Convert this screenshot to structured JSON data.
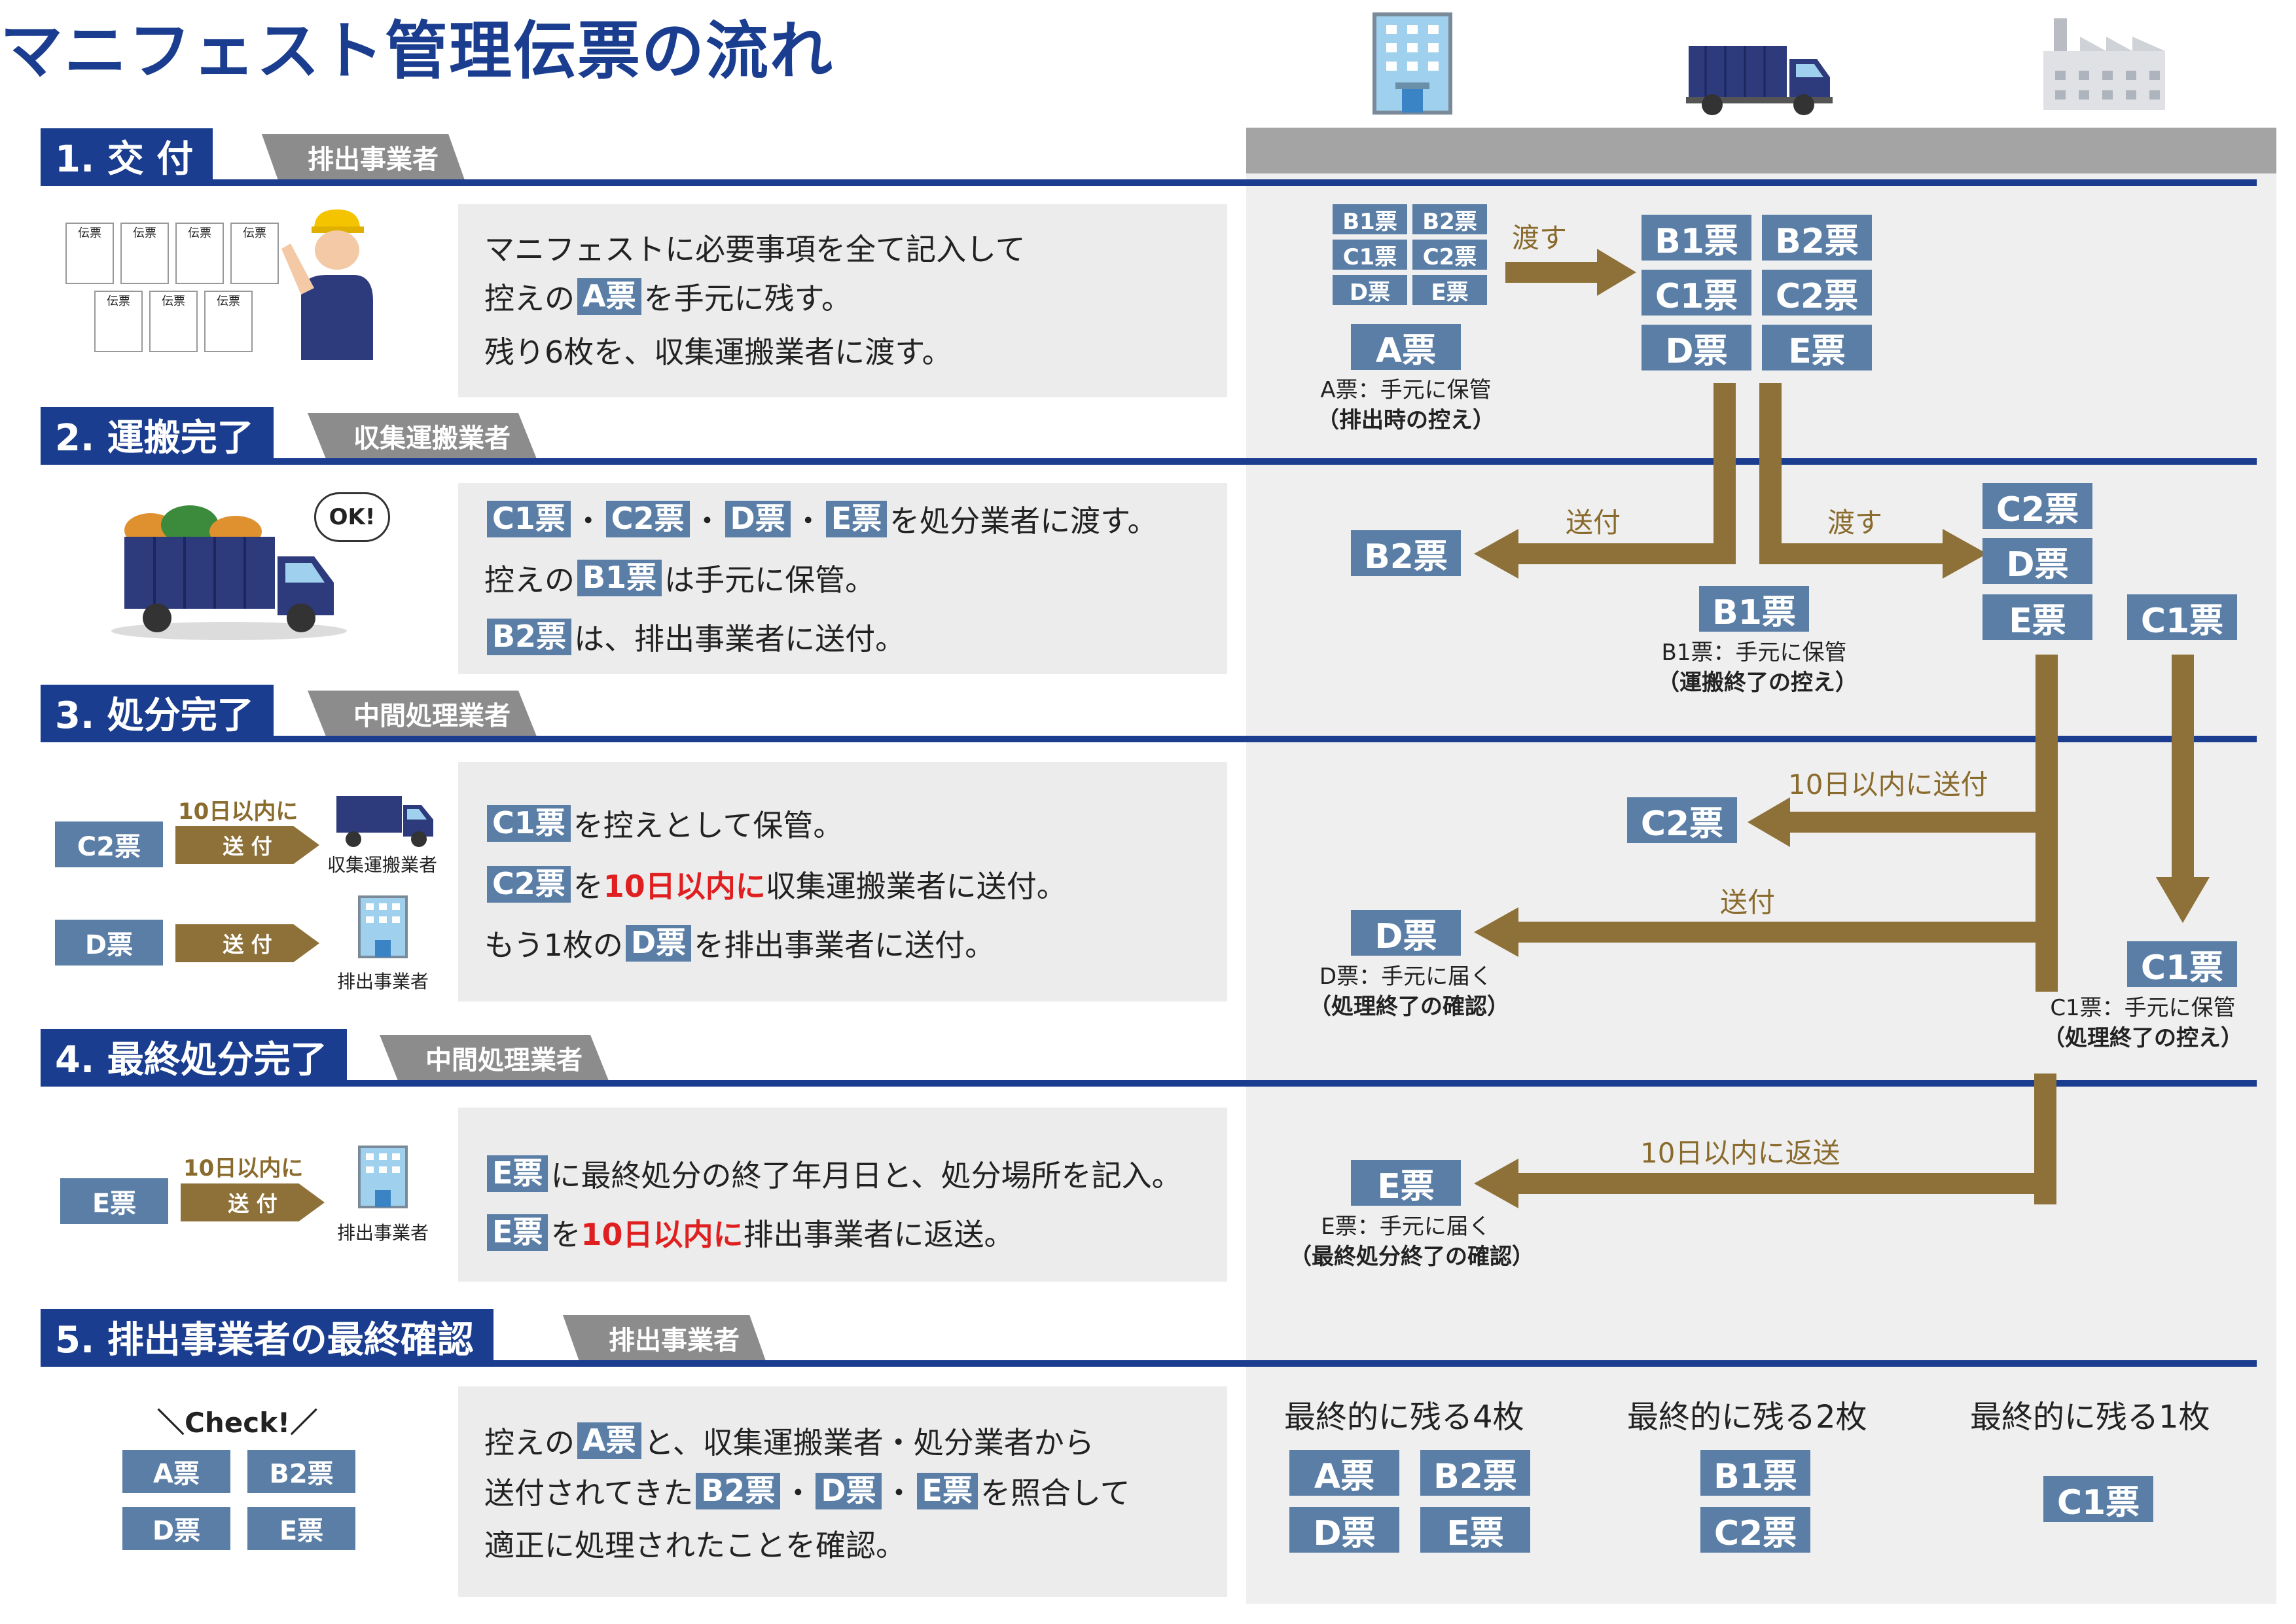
{
  "title": "マニフェスト管理伝票の流れ",
  "colors": {
    "navy": "#1a3d8f",
    "ticket": "#5a7ea6",
    "brown": "#8e7138",
    "gray": "#8c8c8c",
    "red": "#e02020"
  },
  "icons": {
    "discharger": "building-icon",
    "transporter": "truck-icon",
    "processor": "factory-icon"
  },
  "sections": [
    {
      "title": "1. 交 付",
      "actor": "排出事業者"
    },
    {
      "title": "2. 運搬完了",
      "actor": "収集運搬業者"
    },
    {
      "title": "3. 処分完了",
      "actor": "中間処理業者"
    },
    {
      "title": "4. 最終処分完了",
      "actor": "中間処理業者"
    },
    {
      "title": "5. 排出事業者の最終確認",
      "actor": "排出事業者"
    }
  ],
  "s1": {
    "slips": [
      "伝票",
      "伝票",
      "伝票",
      "伝票",
      "伝票",
      "伝票",
      "伝票"
    ],
    "l1": "マニフェストに必要事項を全て記入して",
    "l2a": "控えの",
    "l2t": "A票",
    "l2b": "を手元に残す。",
    "l3": "残り6枚を、収集運搬業者に渡す。"
  },
  "s2": {
    "ok": "OK!",
    "l1t1": "C1票",
    "dot": "・",
    "l1t2": "C2票",
    "l1t3": "D票",
    "l1t4": "E票",
    "l1b": "を処分業者に渡す。",
    "l2a": "控えの",
    "l2t": "B1票",
    "l2b": "は手元に保管。",
    "l3t": "B2票",
    "l3b": "は、排出事業者に送付。"
  },
  "s3": {
    "c2": "C2票",
    "d": "D票",
    "in10": "10日以内に",
    "send": "送 付",
    "cap1": "収集運搬業者",
    "cap2": "排出事業者",
    "l1t": "C1票",
    "l1b": "を控えとして保管。",
    "l2t": "C2票",
    "l2a": "を",
    "l2r": "10日以内に",
    "l2b": "収集運搬業者に送付。",
    "l3a": "もう1枚の",
    "l3t": "D票",
    "l3b": "を排出事業者に送付。"
  },
  "s4": {
    "e": "E票",
    "in10": "10日以内に",
    "send": "送 付",
    "cap": "排出事業者",
    "l1t": "E票",
    "l1b": "に最終処分の終了年月日と、処分場所を記入。",
    "l2t": "E票",
    "l2a": "を",
    "l2r": "10日以内に",
    "l2b": "排出事業者に返送。"
  },
  "s5": {
    "check": "＼Check!／",
    "tickets": [
      "A票",
      "B2票",
      "D票",
      "E票"
    ],
    "l1a": "控えの",
    "l1t": "A票",
    "l1b": "と、収集運搬業者・処分業者から",
    "l2a": "送付されてきた",
    "l2t1": "B2票",
    "dot": "・",
    "l2t2": "D票",
    "l2t3": "E票",
    "l2b": "を照合して",
    "l3": "適正に処理されたことを確認。"
  },
  "flow": {
    "r1_small": [
      "B1票",
      "B2票",
      "C1票",
      "C2票",
      "D票",
      "E票"
    ],
    "watasu": "渡す",
    "r1_big": [
      "B1票",
      "B2票",
      "C1票",
      "C2票",
      "D票",
      "E票"
    ],
    "a": "A票",
    "a_note1": "A票：手元に保管",
    "a_note2": "（排出時の控え）",
    "sofu": "送付",
    "watasu2": "渡す",
    "b2": "B2票",
    "b1": "B1票",
    "b1_note1": "B1票：手元に保管",
    "b1_note2": "（運搬終了の控え）",
    "r2_right": [
      "C2票",
      "D票",
      "E票"
    ],
    "c1": "C1票",
    "in10sofu": "10日以内に送付",
    "c2": "C2票",
    "sofu2": "送付",
    "d": "D票",
    "d_note1": "D票：手元に届く",
    "d_note2": "（処理終了の確認）",
    "c1b": "C1票",
    "c1_note1": "C1票：手元に保管",
    "c1_note2": "（処理終了の控え）",
    "in10hensou": "10日以内に返送",
    "e": "E票",
    "e_note1": "E票：手元に届く",
    "e_note2": "（最終処分終了の確認）"
  },
  "final": {
    "col1": {
      "title": "最終的に残る4枚",
      "tickets": [
        "A票",
        "B2票",
        "D票",
        "E票"
      ]
    },
    "col2": {
      "title": "最終的に残る2枚",
      "tickets": [
        "B1票",
        "C2票"
      ]
    },
    "col3": {
      "title": "最終的に残る1枚",
      "tickets": [
        "C1票"
      ]
    }
  }
}
